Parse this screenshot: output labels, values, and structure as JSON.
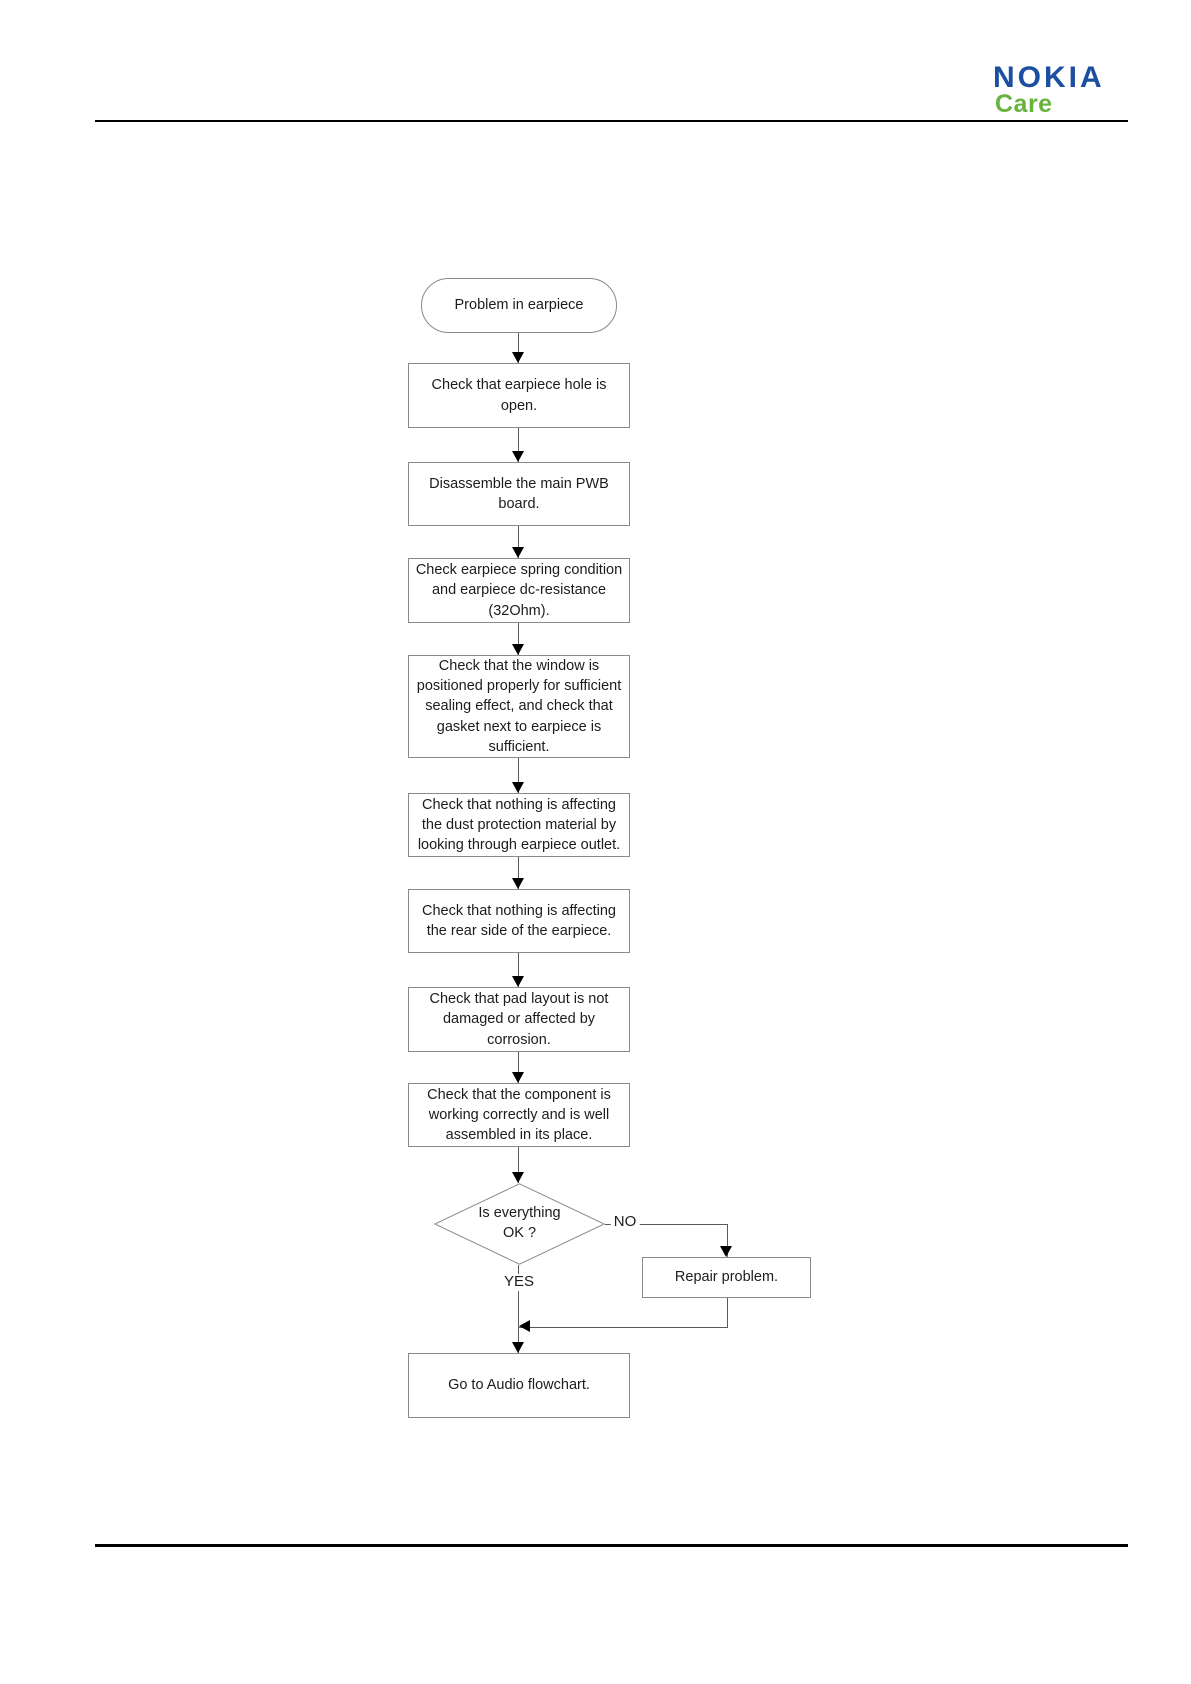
{
  "logo": {
    "brand": "NOKIA",
    "care": "Care",
    "brand_color": "#1c4fa1",
    "care_color": "#68b33d"
  },
  "flowchart": {
    "start": "Problem in earpiece",
    "steps": [
      "Check that earpiece hole is\nopen.",
      "Disassemble the main PWB\nboard.",
      "Check earpiece spring condition\nand earpiece dc-resistance\n(32Ohm).",
      "Check that the window is\npositioned properly for sufficient\nsealing effect, and check that\ngasket next to earpiece is\nsufficient.",
      "Check that nothing is affecting\nthe dust protection material by\nlooking through earpiece outlet.",
      "Check that nothing is affecting\nthe rear side of the earpiece.",
      "Check that pad layout is not\ndamaged or affected by\ncorrosion.",
      "Check that the component is\nworking correctly and is well\nassembled in its place."
    ],
    "decision": {
      "question": "Is everything\nOK ?",
      "yes_label": "YES",
      "no_label": "NO"
    },
    "repair": "Repair problem.",
    "end": "Go to Audio flowchart."
  },
  "colors": {
    "box_border": "#8a8a8a",
    "connector_line": "#5a5a5a",
    "arrowhead": "#000000"
  }
}
